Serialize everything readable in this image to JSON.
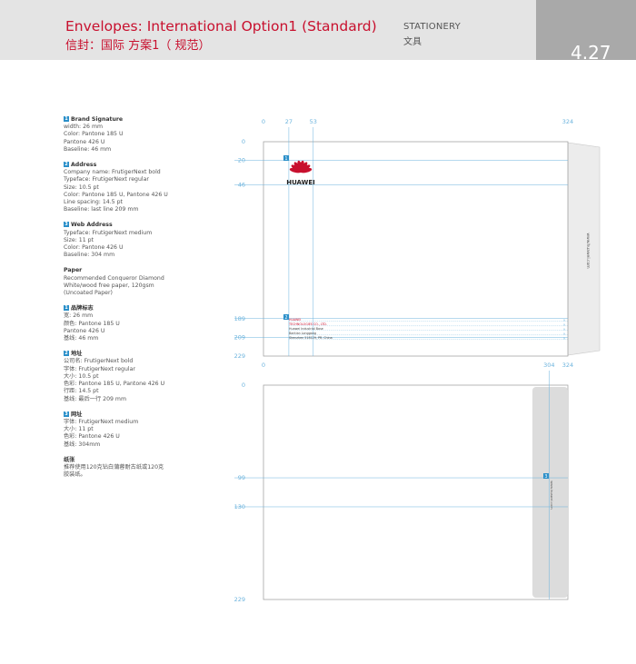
{
  "header": {
    "title_en": "Envelopes: International Option1 (Standard)",
    "title_zh": "信封：国际 方案1（ 规范）",
    "section_en": "STATIONERY",
    "section_zh": "文具",
    "page_number": "4.27"
  },
  "specs": [
    {
      "num": "1",
      "title": "Brand Signature",
      "lines": [
        "width: 26 mm",
        "Color: Pantone 185 U",
        "Pantone 426 U",
        "Baseline: 46 mm"
      ]
    },
    {
      "num": "2",
      "title": "Address",
      "lines": [
        "Company name: FrutigerNext bold",
        "Typeface: FrutigerNext regular",
        "Size: 10.5 pt",
        "Color: Pantone 185 U, Pantone 426 U",
        "Line spacing: 14.5 pt",
        "Baseline: last line 209 mm"
      ]
    },
    {
      "num": "3",
      "title": "Web Address",
      "lines": [
        "Typeface: FrutigerNext medium",
        "Size: 11 pt",
        "Color: Pantone 426 U",
        "Baseline: 304 mm"
      ]
    },
    {
      "num": "",
      "title": "Paper",
      "lines": [
        "Recommended Conqueror Diamond",
        "White/wood free paper, 120gsm",
        "(Uncoated Paper)"
      ]
    },
    {
      "num": "1",
      "title": "品牌标志",
      "lines": [
        "宽: 26 mm",
        "颜色: Pantone 185 U",
        "Pantone 426 U",
        "基线: 46 mm"
      ]
    },
    {
      "num": "2",
      "title": "地址",
      "lines": [
        "公司名: FrutigerNext bold",
        "字体: FrutigerNext regular",
        "大小: 10.5 pt",
        "色彩: Pantone 185 U, Pantone 426 U",
        "行距: 14.5 pt",
        "基线: 最后一行 209 mm"
      ]
    },
    {
      "num": "3",
      "title": "网址",
      "lines": [
        "字体: FrutigerNext medium",
        "大小: 11 pt",
        "色彩: Pantone 426 U",
        "基线: 304mm"
      ]
    },
    {
      "num": "",
      "title": "纸张",
      "lines": [
        "推荐使用120克钻白蒲蓉耐古纸或120克",
        "胶装纸。"
      ]
    }
  ],
  "front": {
    "top_ticks": [
      "0",
      "27",
      "53",
      "324"
    ],
    "left_ticks": [
      "0",
      "20",
      "46",
      "189",
      "209",
      "229"
    ],
    "logo_text": "HUAWEI",
    "web_address": "www.huawei.com",
    "address_lines": [
      "HUAWEI",
      "TECHNOLOGIES CO., LTD.",
      "Huawei Industrial Base",
      "Bantian Longgang",
      "Shenzhen 518129, PR. China"
    ]
  },
  "back": {
    "top_ticks": [
      "0",
      "304",
      "324"
    ],
    "left_ticks": [
      "0",
      "99",
      "130",
      "229"
    ],
    "web_address": "www.huawei.com"
  },
  "colors": {
    "brand_red": "#c8102e",
    "guide_blue": "#6bb3dd",
    "num_blue": "#2a8fc9",
    "header_gray": "#e4e4e4",
    "tab_gray": "#a9a9a9"
  }
}
